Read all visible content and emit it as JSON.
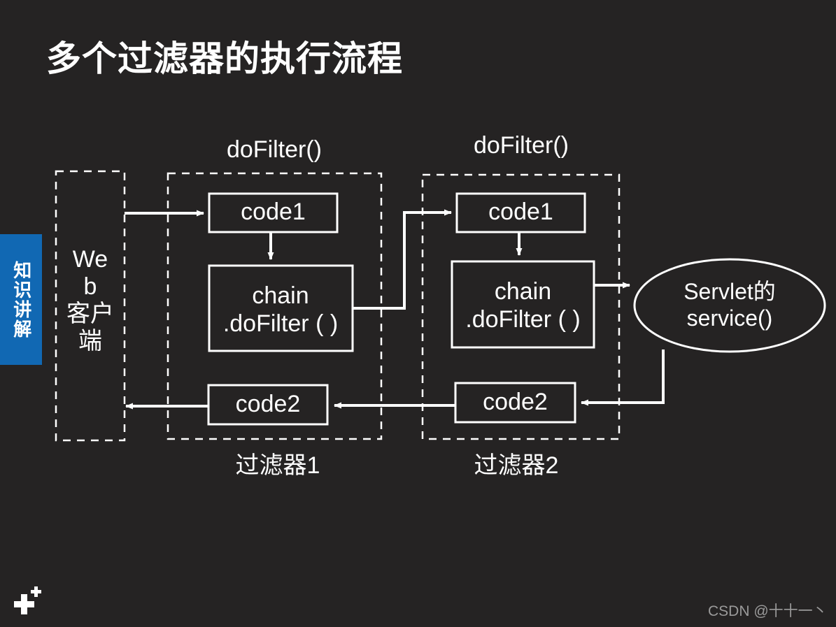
{
  "slide": {
    "title": "多个过滤器的执行流程",
    "background_color": "#252323",
    "text_color": "#ffffff"
  },
  "side_tab": {
    "label": "知识讲解",
    "color": "#1168b3"
  },
  "diagram": {
    "type": "flowchart",
    "client": {
      "name": "web-client",
      "lines": "We\nb\n客户\n端",
      "border": "dashed"
    },
    "filters": [
      {
        "name": "filter-1",
        "top_label": "doFilter()",
        "bottom_label": "过滤器1",
        "boxes": [
          {
            "name": "code1",
            "label": "code1"
          },
          {
            "name": "chain-dofilter",
            "label": "chain\n.doFilter ( )"
          },
          {
            "name": "code2",
            "label": "code2"
          }
        ]
      },
      {
        "name": "filter-2",
        "top_label": "doFilter()",
        "bottom_label": "过滤器2",
        "boxes": [
          {
            "name": "code1",
            "label": "code1"
          },
          {
            "name": "chain-dofilter",
            "label": "chain\n.doFilter ( )"
          },
          {
            "name": "code2",
            "label": "code2"
          }
        ]
      }
    ],
    "servlet": {
      "name": "servlet-service",
      "lines": "Servlet的\nservice()",
      "shape": "ellipse"
    }
  },
  "logo": {
    "name": "plus-logo"
  },
  "watermark": {
    "text": "CSDN @十十一丶"
  }
}
